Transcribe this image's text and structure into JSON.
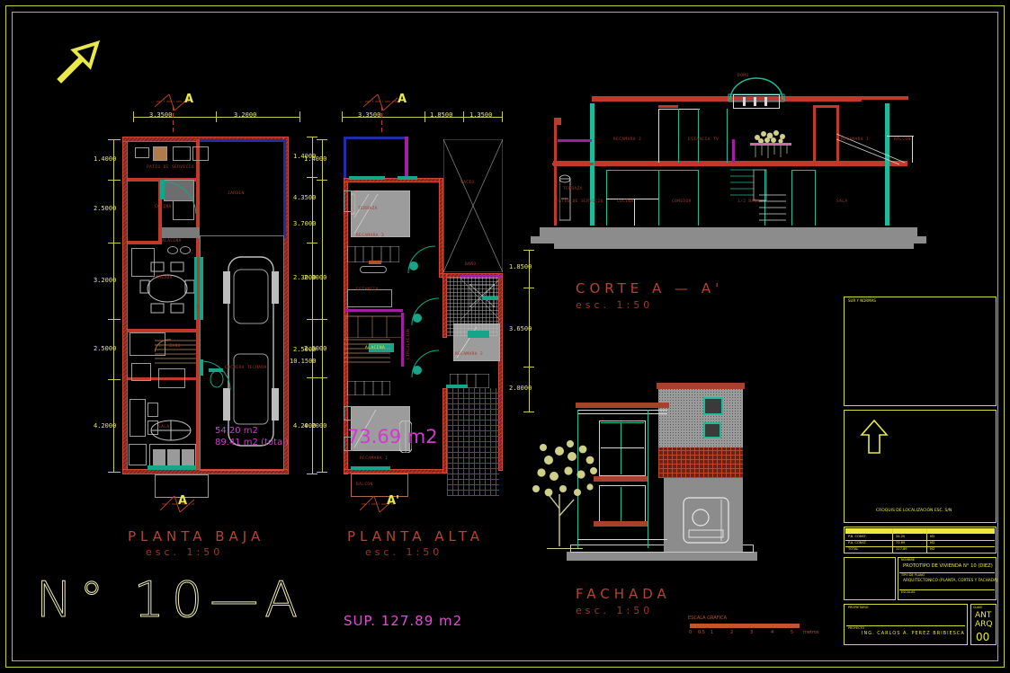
{
  "sheet": {
    "drawing_number": "N°  10—A",
    "total_area": "SUP. 127.89 m2",
    "border_color": "#cfcf3c",
    "background": "#000000"
  },
  "north_arrow": {
    "name": "north-arrow",
    "color": "#e8e84a"
  },
  "plans": {
    "ground": {
      "title": "PLANTA  BAJA",
      "scale": "esc.  1:50",
      "area_line1": "54.20 m2",
      "area_line2": "89.41 m2 (total)",
      "section_mark_top": "A",
      "section_mark_bottom": "A",
      "dims_top": [
        "3.3500",
        "3.2000"
      ],
      "dims_left": [
        "1.4000",
        "2.5000",
        "3.2000",
        "2.5000",
        "4.2000"
      ],
      "dims_right": [
        "1.4000",
        "4.3500",
        "3.7000",
        "2.3000",
        "2.5000",
        "10.1500",
        "4.2000"
      ],
      "rooms": [
        "PATIO DE SERVICIO",
        "COCINA",
        "ALACENA",
        "JARDIN",
        "COMEDOR",
        "1/2 BAÑO",
        "CIRCULACION",
        "COCHERA TECHADA",
        "SALA"
      ]
    },
    "upper": {
      "title": "PLANTA  ALTA",
      "scale": "esc.  1:50",
      "area": "73.69 m2",
      "section_mark_top": "A",
      "section_mark_bottom": "A'",
      "dims_top": [
        "3.3500",
        "1.8500",
        "1.3500"
      ],
      "dims_left": [
        "1.4000",
        "2.3000",
        "2.5000",
        "4.2000"
      ],
      "dims_right": [
        "1.8500",
        "3.6500",
        "2.0000"
      ],
      "rooms": [
        "TERRAZA",
        "RECAMARA 3",
        "ESTANCIA",
        "VACIO",
        "BAÑO",
        "ALACENA",
        "CIRCULACION",
        "RECAMARA 2",
        "RECAMARA 1",
        "BALCON"
      ]
    }
  },
  "section": {
    "title": "CORTE  A — A'",
    "scale": "esc.  1:50",
    "labels_upper": [
      "TERRAZA",
      "RECAMARA 3",
      "ESTANCIA TV",
      "RECAMARA 1",
      "BALCON",
      "DOMO"
    ],
    "labels_lower": [
      "PATIO DE SERVICIO",
      "COCINA",
      "COMEDOR",
      "1/2 BAÑO",
      "SALA"
    ]
  },
  "facade": {
    "title": "FACHADA",
    "scale": "esc.  1:50"
  },
  "scale_graphic": {
    "label": "ESCALA GRÁFICA",
    "ticks": [
      "0",
      "0.5",
      "1",
      "2",
      "3",
      "4",
      "5"
    ],
    "unit": "metros",
    "bar_color": "#c0562f"
  },
  "title_block": {
    "locator_box_label": "SUR Y NORMAS",
    "locator_caption": "CROQUIS DE LOCALIZACIÓN  ESC. S/N",
    "north_small": "north-arrow-small",
    "table": {
      "headers": [
        "CONCEPTO",
        "AREA",
        "OBSERVACIONES"
      ],
      "rows": [
        [
          "P.B. CONST.",
          "54.20",
          "M2"
        ],
        [
          "P.A. CONST.",
          "73.69",
          "M2"
        ],
        [
          "TOTAL",
          "127.89",
          "M2"
        ]
      ]
    },
    "project_label": "NOMBRE",
    "project_name": "PROTOTIPO DE VIVIENDA N° 10 (DIEZ)",
    "content_label": "TIPO DE PLANO",
    "content_name": "ARQUITECTONICO (PLANTA, CORTES Y FACHADA)",
    "scale_label": "ESCALAS",
    "owner_label": "PROPIETARIO",
    "designer_label": "PROYECTO",
    "designer_name": "ING. CARLOS A. PEREZ BRIBIESCA",
    "sheet_label": "CLAVE",
    "sheet_code_1": "ANT",
    "sheet_code_2": "ARQ",
    "sheet_code_3": "00"
  },
  "colors": {
    "wall_red": "#c0392b",
    "dim_yellow": "#e8e85a",
    "magenta": "#d03ad0",
    "cyan": "#1abc9c",
    "blue": "#1f2ea8",
    "gray": "#8c8c8c"
  }
}
